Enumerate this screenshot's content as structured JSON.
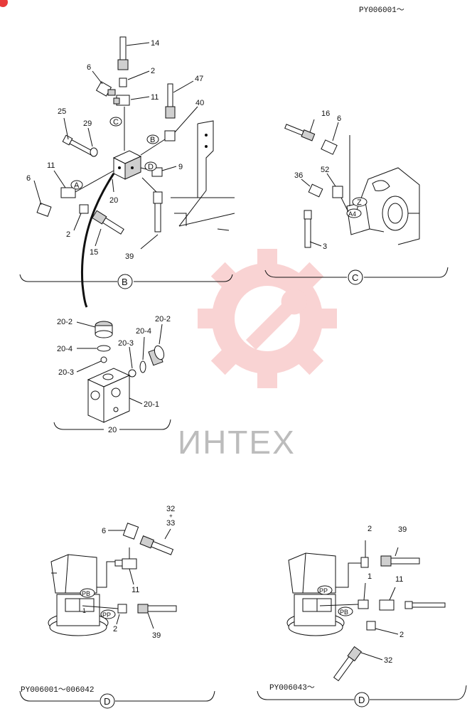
{
  "header": {
    "code_top": "PY006001～",
    "code_bottom_left": "PY006001～006042",
    "code_bottom_right": "PY006043～"
  },
  "section_labels": {
    "b": "B",
    "c": "C",
    "d_left": "D",
    "d_right": "D",
    "detail_20": "20"
  },
  "view_b": {
    "parts": [
      "14",
      "2",
      "6",
      "11",
      "47",
      "40",
      "25",
      "29",
      "B",
      "C",
      "D",
      "9",
      "11",
      "A",
      "20",
      "6",
      "2",
      "15",
      "39"
    ]
  },
  "view_c": {
    "parts": [
      "16",
      "6",
      "36",
      "52",
      "Z",
      "A4",
      "3"
    ]
  },
  "detail_20": {
    "parts": [
      "20-2",
      "20-4",
      "20-3",
      "20-3",
      "20-4",
      "20-2",
      "20-1"
    ]
  },
  "view_d_left": {
    "parts": [
      "32",
      "33",
      "6",
      "11",
      "PB",
      "PP",
      "2",
      "39",
      "1"
    ]
  },
  "view_d_right": {
    "parts": [
      "2",
      "39",
      "1",
      "11",
      "PP",
      "PB",
      "2",
      "32"
    ]
  },
  "watermark": {
    "text": "ИНТЕХ",
    "color": "#e83a3a"
  }
}
